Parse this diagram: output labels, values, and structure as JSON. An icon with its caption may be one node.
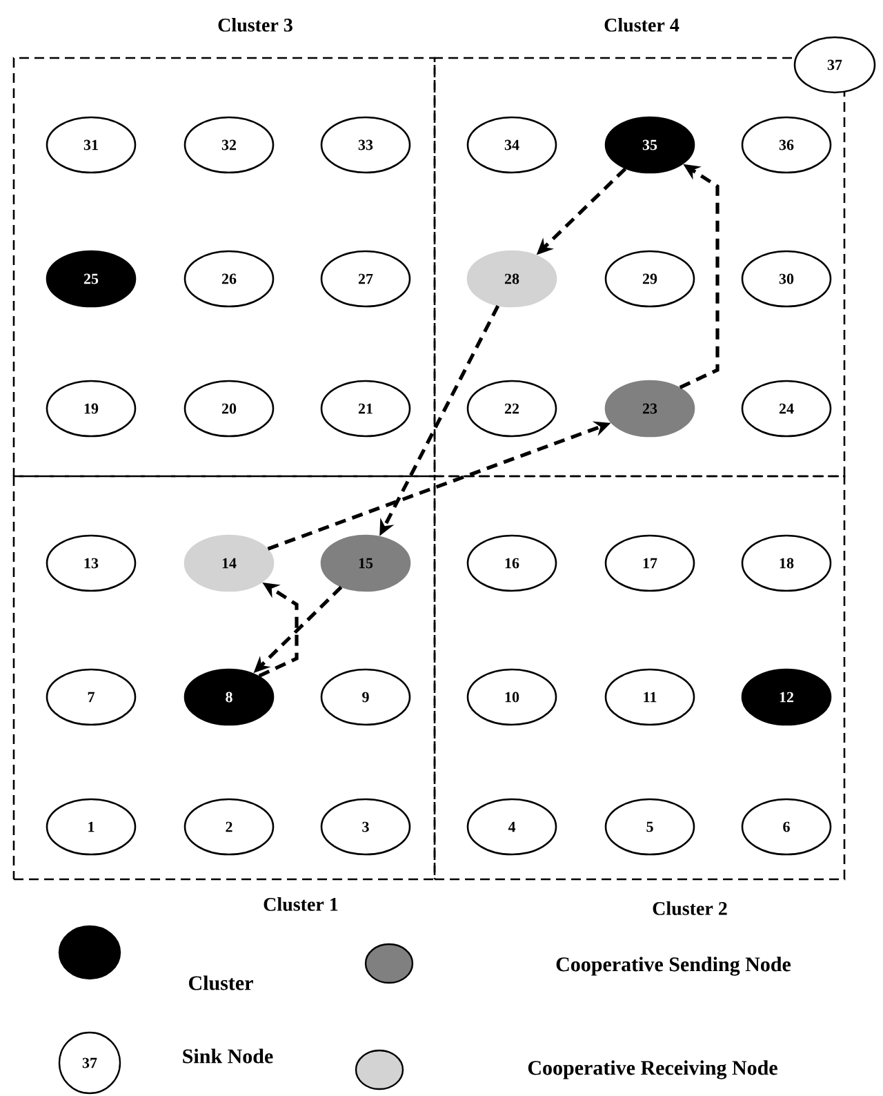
{
  "diagram": {
    "nodes": [
      {
        "text": [
          "Cluster 3"
        ]
      },
      {
        "text": [
          "Cluster 4"
        ]
      },
      {
        "text": [
          "Cluster 1"
        ]
      },
      {
        "text": [
          "Cluster 2"
        ]
      },
      {
        "text": [
          "37"
        ]
      },
      {
        "text": [
          "31"
        ],
        "in": 0
      },
      {
        "text": [
          "32"
        ],
        "in": 0
      },
      {
        "text": [
          "33"
        ],
        "in": 0
      },
      {
        "text": [
          "34"
        ],
        "in": 1
      },
      {
        "text": [
          "35"
        ],
        "in": 1
      },
      {
        "text": [
          "36"
        ],
        "in": 1
      },
      {
        "text": [
          "25"
        ],
        "in": 0
      },
      {
        "text": [
          "26"
        ],
        "in": 0
      },
      {
        "text": [
          "27"
        ],
        "in": 0
      },
      {
        "text": [
          "28"
        ],
        "in": 1
      },
      {
        "text": [
          "29"
        ],
        "in": 1
      },
      {
        "text": [
          "30"
        ],
        "in": 1
      },
      {
        "text": [
          "19"
        ],
        "in": 0
      },
      {
        "text": [
          "20"
        ],
        "in": 0
      },
      {
        "text": [
          "21"
        ],
        "in": 0
      },
      {
        "text": [
          "22"
        ],
        "in": 1
      },
      {
        "text": [
          "23"
        ],
        "in": 1
      },
      {
        "text": [
          "24"
        ],
        "in": 1
      },
      {
        "text": [
          "13"
        ],
        "in": 2
      },
      {
        "text": [
          "14"
        ],
        "in": 2
      },
      {
        "text": [
          "15"
        ],
        "in": 2
      },
      {
        "text": [
          "16"
        ],
        "in": 3
      },
      {
        "text": [
          "17"
        ],
        "in": 3
      },
      {
        "text": [
          "18"
        ],
        "in": 3
      },
      {
        "text": [
          "7"
        ],
        "in": 2
      },
      {
        "text": [
          "8"
        ],
        "in": 2
      },
      {
        "text": [
          "9"
        ],
        "in": 2
      },
      {
        "text": [
          "10"
        ],
        "in": 3
      },
      {
        "text": [
          "11"
        ],
        "in": 3
      },
      {
        "text": [
          "12"
        ],
        "in": 3
      },
      {
        "text": [
          "1"
        ],
        "in": 2
      },
      {
        "text": [
          "2"
        ],
        "in": 2
      },
      {
        "text": [
          "3"
        ],
        "in": 2
      },
      {
        "text": [
          "4"
        ],
        "in": 3
      },
      {
        "text": [
          "5"
        ],
        "in": 3
      },
      {
        "text": [
          "6"
        ],
        "in": 3
      }
    ],
    "edges": [
      {
        "from": 9,
        "to": 14,
        "arrow": "to"
      },
      {
        "from": 21,
        "to": 9,
        "arrow": "to"
      },
      {
        "from": 14,
        "to": 25,
        "arrow": "to"
      },
      {
        "from": 24,
        "to": 21,
        "arrow": "to"
      },
      {
        "from": 25,
        "to": 30,
        "arrow": "to"
      },
      {
        "from": 30,
        "to": 24,
        "arrow": "to"
      }
    ],
    "labels": [
      "37"
    ],
    "legend": [
      {
        "text": "Cluster",
        "color": "#000000"
      },
      {
        "text": "Cooperative Sending Node",
        "color": "#808080"
      },
      {
        "text": "Sink Node"
      },
      {
        "text": "Cooperative Receiving Node",
        "color": "#d3d3d3"
      }
    ]
  }
}
